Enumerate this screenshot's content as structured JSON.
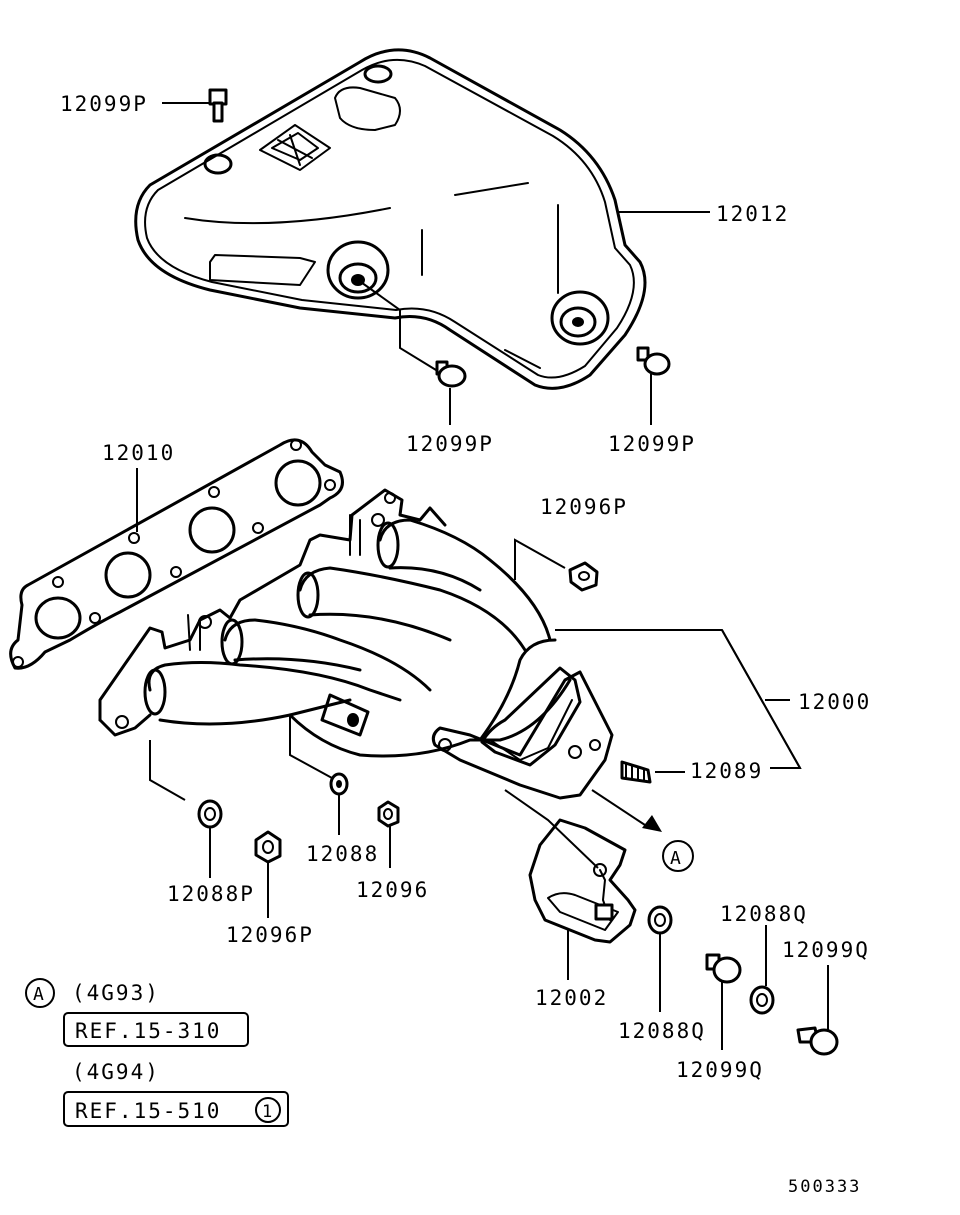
{
  "diagram": {
    "labels": {
      "p12099p_a": "12099P",
      "p12012": "12012",
      "p12099p_b": "12099P",
      "p12099p_c": "12099P",
      "p12010": "12010",
      "p12096p_a": "12096P",
      "p12000": "12000",
      "p12089": "12089",
      "p12088": "12088",
      "p12096": "12096",
      "p12088p": "12088P",
      "p12096p_b": "12096P",
      "p12002": "12002",
      "p12088q_a": "12088Q",
      "p12099q_a": "12099Q",
      "p12088q_b": "12088Q",
      "p12099q_b": "12099Q"
    },
    "callout_a": "A",
    "legend": {
      "marker": "A",
      "engine_1": "(4G93)",
      "ref_1": "REF.15-310",
      "engine_2": "(4G94)",
      "ref_2": "REF.15-510",
      "ref_2_circle": "1"
    },
    "diagram_id": "500333"
  }
}
